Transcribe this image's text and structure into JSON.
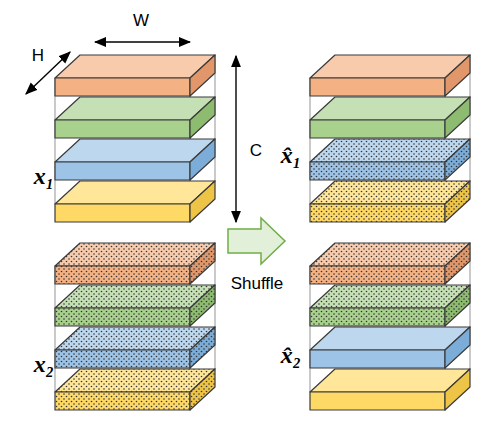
{
  "diagram": {
    "labels": [
      "W",
      "H",
      "C",
      "x₁",
      "x₂",
      "Shuffle",
      "x̂₁",
      "x̂₂"
    ]
  }
}
